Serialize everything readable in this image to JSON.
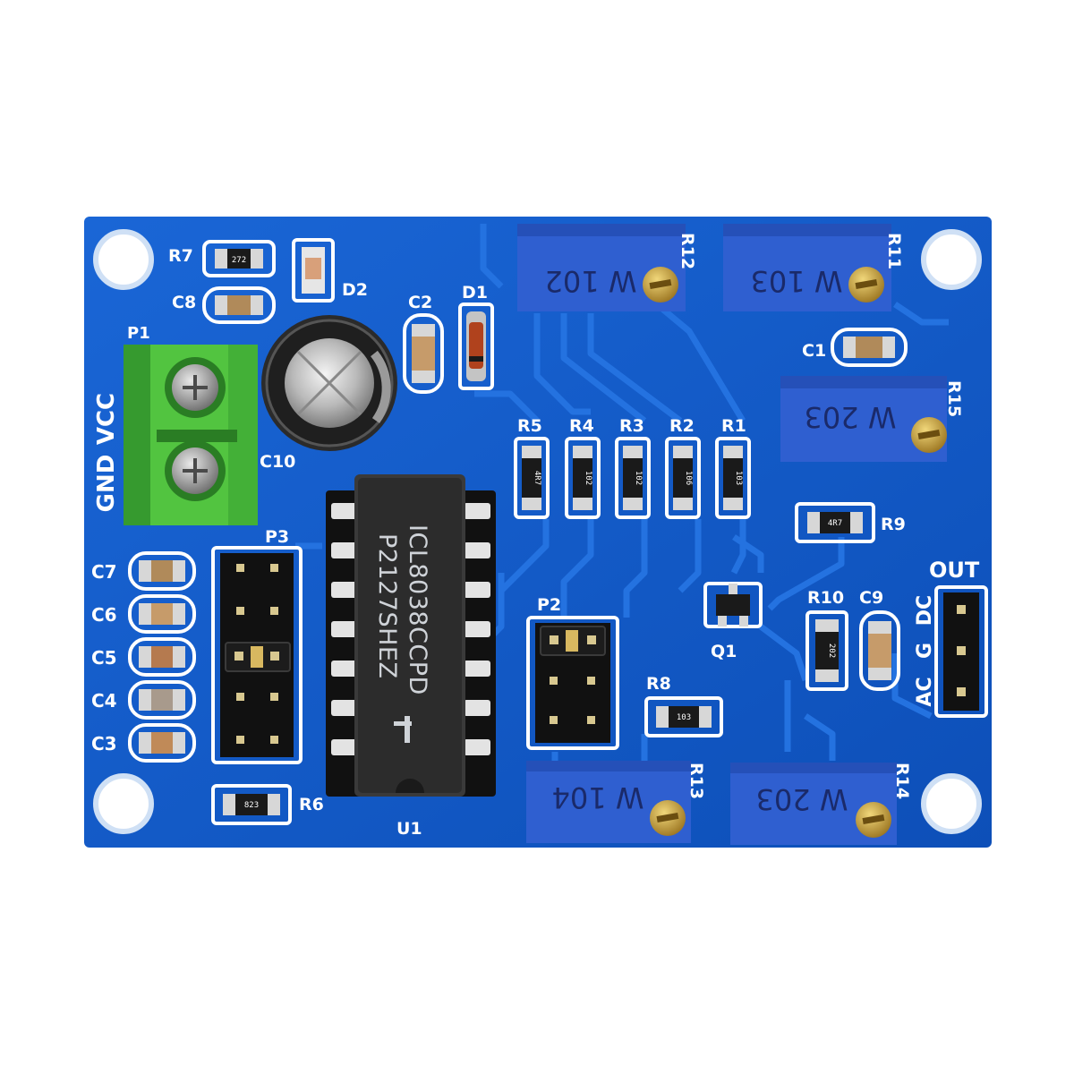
{
  "board": {
    "pcb_color": "#1059c9",
    "terminal_color": "#4cb83a",
    "pot_color": "#2f5fd0"
  },
  "labels": {
    "p1": "P1",
    "vcc": "VCC",
    "gnd": "GND",
    "r7": "R7",
    "c8": "C8",
    "d2": "D2",
    "c2": "C2",
    "d1": "D1",
    "c10": "C10",
    "r5": "R5",
    "r4": "R4",
    "r3": "R3",
    "r2": "R2",
    "r1": "R1",
    "r12": "R12",
    "r11": "R11",
    "c1": "C1",
    "r15": "R15",
    "r9": "R9",
    "p3": "P3",
    "c7": "C7",
    "c6": "C6",
    "c5": "C5",
    "c4": "C4",
    "c3": "C3",
    "r6": "R6",
    "u1": "U1",
    "p2": "P2",
    "r8": "R8",
    "r13": "R13",
    "r14": "R14",
    "q1": "Q1",
    "r10": "R10",
    "c9": "C9",
    "out": "OUT",
    "dc": "DC",
    "g": "G",
    "ac": "AC"
  },
  "markings": {
    "r7": "272",
    "r8": "103",
    "r6": "823",
    "r9": "4R7",
    "r10": "202",
    "r5": "4R7",
    "r4": "102",
    "r3": "102",
    "r2": "106",
    "r1": "103"
  },
  "chip": {
    "line1": "ICL8038CCPD",
    "line2": "P2127SHEZ"
  },
  "pots": {
    "r12": "W 102",
    "r11": "W 103",
    "r15": "W 203",
    "r13": "W 104",
    "r14": "W 203"
  }
}
